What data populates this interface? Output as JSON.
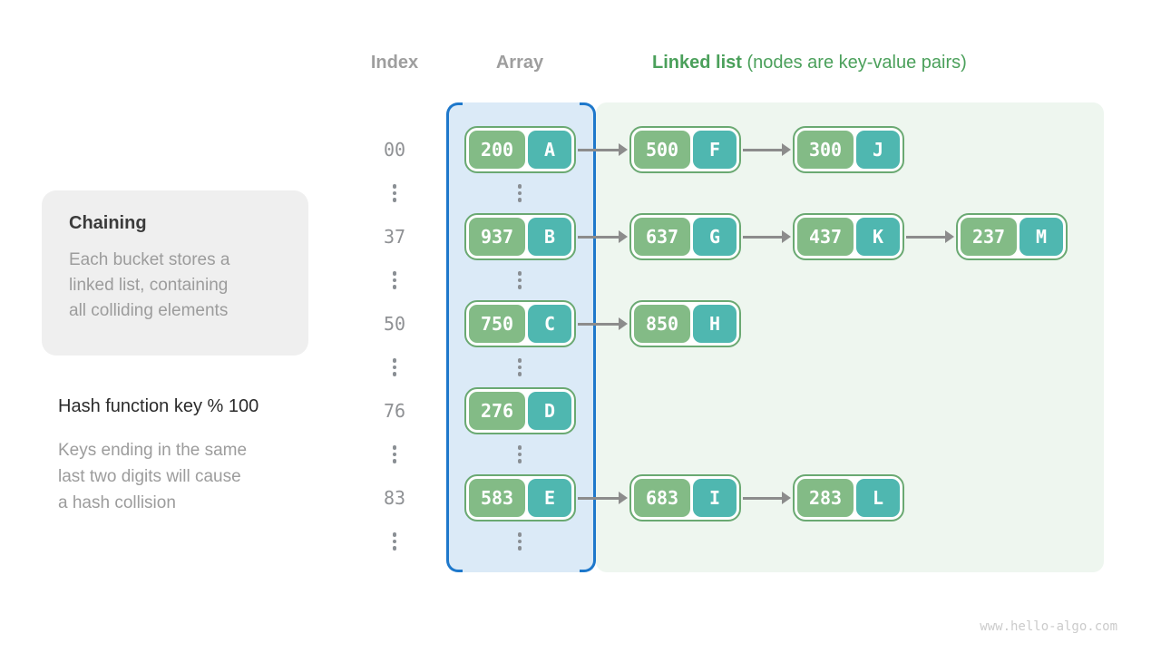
{
  "header": {
    "index": "Index",
    "array": "Array",
    "linked_list_bold": "Linked list",
    "linked_list_note": " (nodes are key-value pairs)"
  },
  "info_card": {
    "title": "Chaining",
    "body": "Each bucket stores a\nlinked list, containing\nall colliding elements"
  },
  "hash_note": {
    "title": "Hash function key % 100",
    "body": "Keys ending in the same\nlast two digits will cause\na hash collision"
  },
  "buckets": [
    {
      "index": "00",
      "chain": [
        {
          "key": "200",
          "value": "A"
        },
        {
          "key": "500",
          "value": "F"
        },
        {
          "key": "300",
          "value": "J"
        }
      ]
    },
    {
      "index": "37",
      "chain": [
        {
          "key": "937",
          "value": "B"
        },
        {
          "key": "637",
          "value": "G"
        },
        {
          "key": "437",
          "value": "K"
        },
        {
          "key": "237",
          "value": "M"
        }
      ]
    },
    {
      "index": "50",
      "chain": [
        {
          "key": "750",
          "value": "C"
        },
        {
          "key": "850",
          "value": "H"
        }
      ]
    },
    {
      "index": "76",
      "chain": [
        {
          "key": "276",
          "value": "D"
        }
      ]
    },
    {
      "index": "83",
      "chain": [
        {
          "key": "583",
          "value": "E"
        },
        {
          "key": "683",
          "value": "I"
        },
        {
          "key": "283",
          "value": "L"
        }
      ]
    }
  ],
  "watermark": "www.hello-algo.com",
  "colors": {
    "array_border_blue": "#1e78cb",
    "array_bg_blue": "#dbeaf7",
    "linked_list_bg_green": "#eef6ef",
    "node_border_green": "#6aa972",
    "key_cell_green": "#83bb86",
    "value_cell_teal": "#4fb7b0",
    "arrow_gray": "#8c8c8c",
    "header_gray": "#9e9e9e",
    "header_green": "#4ba05b"
  }
}
